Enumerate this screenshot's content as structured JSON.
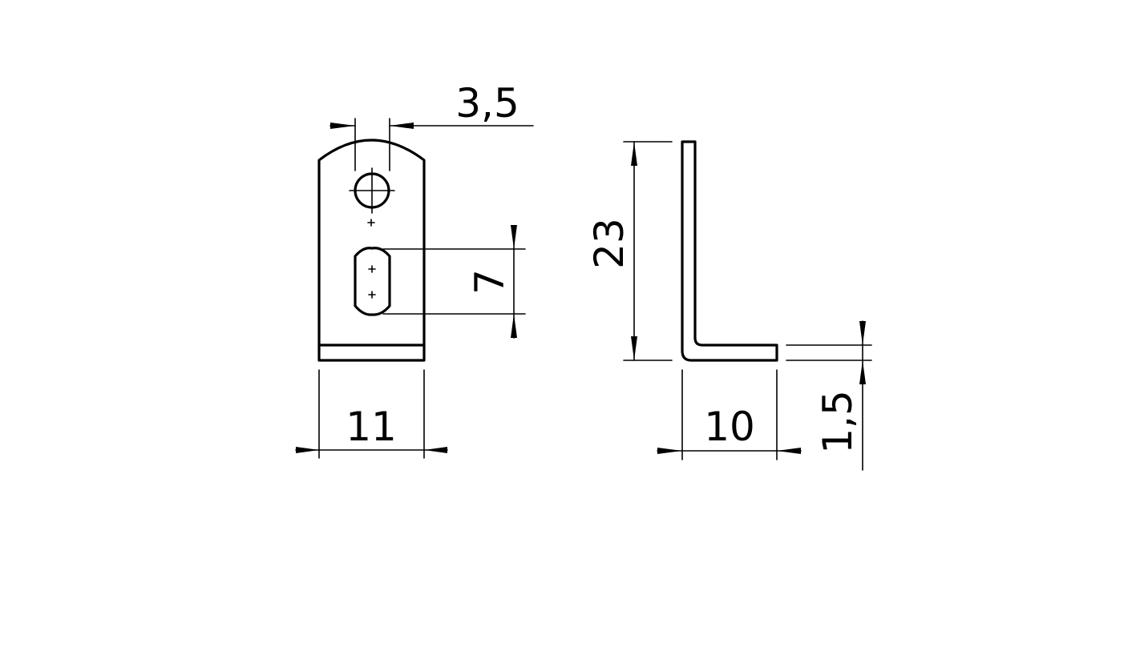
{
  "dimensions": {
    "hole_diameter": "3,5",
    "slot_length": "7",
    "front_width": "11",
    "height": "23",
    "leg_length": "10",
    "thickness": "1,5"
  }
}
